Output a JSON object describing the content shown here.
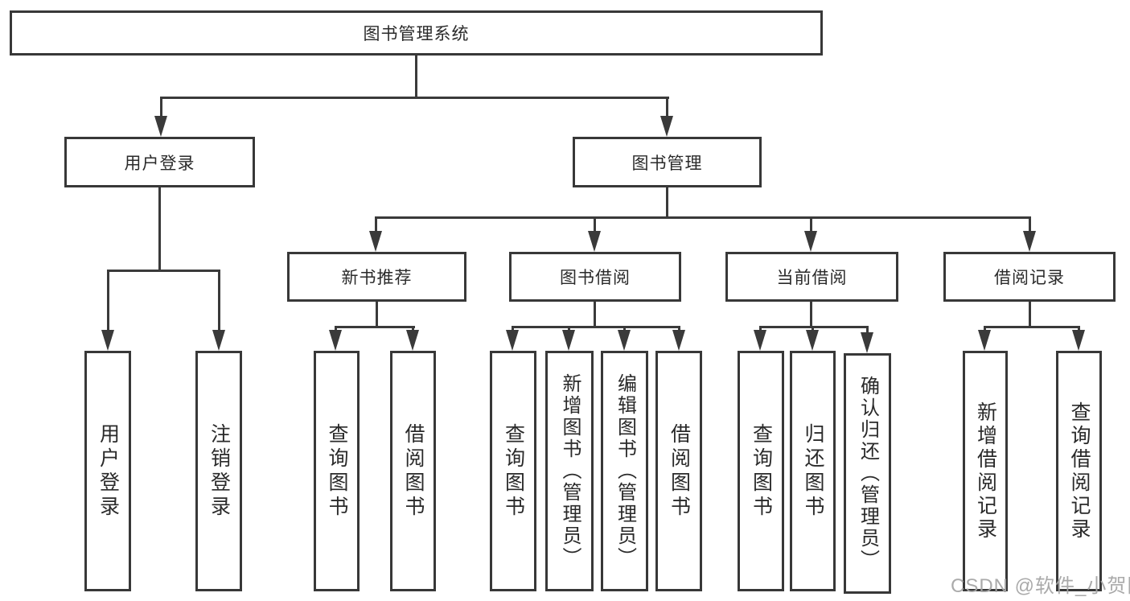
{
  "diagram": {
    "title": "图书管理系统",
    "watermark": "CSDN @软件_小贺同学",
    "colors": {
      "background": "#ffffff",
      "line": "#3a3a3a",
      "box_border": "#383838",
      "text": "#2a2a2a",
      "watermark": "#a5a5a5"
    },
    "nodes": {
      "root": "图书管理系统",
      "user_login": "用户登录",
      "book_management": "图书管理",
      "new_book_recommend": "新书推荐",
      "book_borrow": "图书借阅",
      "current_borrow": "当前借阅",
      "borrow_records": "借阅记录",
      "leaves": {
        "user_login_1": "用户登录",
        "user_login_2": "注销登录",
        "new_book_1": "查询图书",
        "new_book_2": "借阅图书",
        "borrow_1": "查询图书",
        "borrow_2": "新增图书（管理员）",
        "borrow_3": "编辑图书（管理员）",
        "borrow_4": "借阅图书",
        "current_1": "查询图书",
        "current_2": "归还图书",
        "current_3": "确认归还（管理员）",
        "records_1": "新增借阅记录",
        "records_2": "查询借阅记录"
      }
    }
  }
}
